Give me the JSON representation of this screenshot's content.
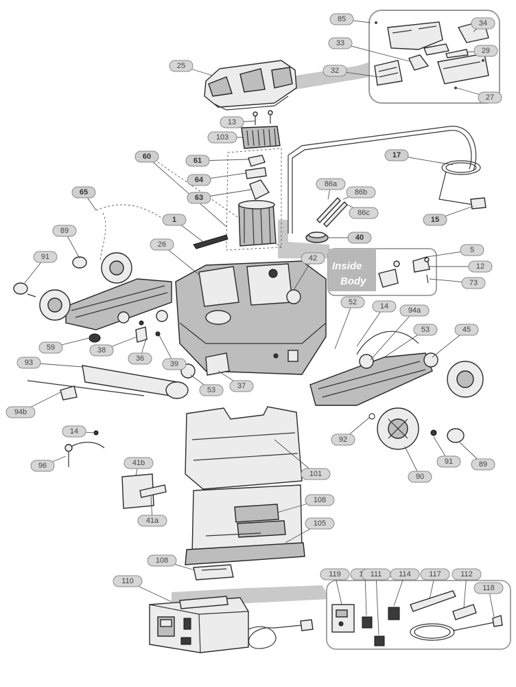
{
  "diagram": {
    "inside_body_line1": "Inside",
    "inside_body_line2": "Body",
    "labels": [
      {
        "id": "85",
        "text": "85"
      },
      {
        "id": "34",
        "text": "34"
      },
      {
        "id": "33",
        "text": "33"
      },
      {
        "id": "29",
        "text": "29"
      },
      {
        "id": "32",
        "text": "32"
      },
      {
        "id": "27",
        "text": "27"
      },
      {
        "id": "25",
        "text": "25"
      },
      {
        "id": "13",
        "text": "13"
      },
      {
        "id": "103",
        "text": "103"
      },
      {
        "id": "60",
        "text": "60"
      },
      {
        "id": "61",
        "text": "61"
      },
      {
        "id": "64",
        "text": "64"
      },
      {
        "id": "63",
        "text": "63"
      },
      {
        "id": "17",
        "text": "17"
      },
      {
        "id": "86a",
        "text": "86a"
      },
      {
        "id": "86b",
        "text": "86b"
      },
      {
        "id": "86c",
        "text": "86c"
      },
      {
        "id": "15",
        "text": "15"
      },
      {
        "id": "65",
        "text": "65"
      },
      {
        "id": "1",
        "text": "1"
      },
      {
        "id": "40",
        "text": "40"
      },
      {
        "id": "89",
        "text": "89"
      },
      {
        "id": "26",
        "text": "26"
      },
      {
        "id": "42",
        "text": "42"
      },
      {
        "id": "5",
        "text": "5"
      },
      {
        "id": "12",
        "text": "12"
      },
      {
        "id": "73",
        "text": "73"
      },
      {
        "id": "91",
        "text": "91"
      },
      {
        "id": "52",
        "text": "52"
      },
      {
        "id": "14",
        "text": "14"
      },
      {
        "id": "94a",
        "text": "94a"
      },
      {
        "id": "53",
        "text": "53"
      },
      {
        "id": "45",
        "text": "45"
      },
      {
        "id": "59",
        "text": "59"
      },
      {
        "id": "38",
        "text": "38"
      },
      {
        "id": "36",
        "text": "36"
      },
      {
        "id": "39",
        "text": "39"
      },
      {
        "id": "93",
        "text": "93"
      },
      {
        "id": "53b",
        "text": "53"
      },
      {
        "id": "37",
        "text": "37"
      },
      {
        "id": "94b",
        "text": "94b"
      },
      {
        "id": "92",
        "text": "92"
      },
      {
        "id": "14b",
        "text": "14"
      },
      {
        "id": "91b",
        "text": "91"
      },
      {
        "id": "89b",
        "text": "89"
      },
      {
        "id": "96",
        "text": "96"
      },
      {
        "id": "101",
        "text": "101"
      },
      {
        "id": "90",
        "text": "90"
      },
      {
        "id": "41b",
        "text": "41b"
      },
      {
        "id": "41a",
        "text": "41a"
      },
      {
        "id": "108",
        "text": "108"
      },
      {
        "id": "105",
        "text": "105"
      },
      {
        "id": "108b",
        "text": "108"
      },
      {
        "id": "110",
        "text": "110"
      },
      {
        "id": "119",
        "text": "119"
      },
      {
        "id": "113",
        "text": "113"
      },
      {
        "id": "111",
        "text": "111"
      },
      {
        "id": "114",
        "text": "114"
      },
      {
        "id": "117",
        "text": "117"
      },
      {
        "id": "112",
        "text": "112"
      },
      {
        "id": "118",
        "text": "118"
      }
    ]
  }
}
